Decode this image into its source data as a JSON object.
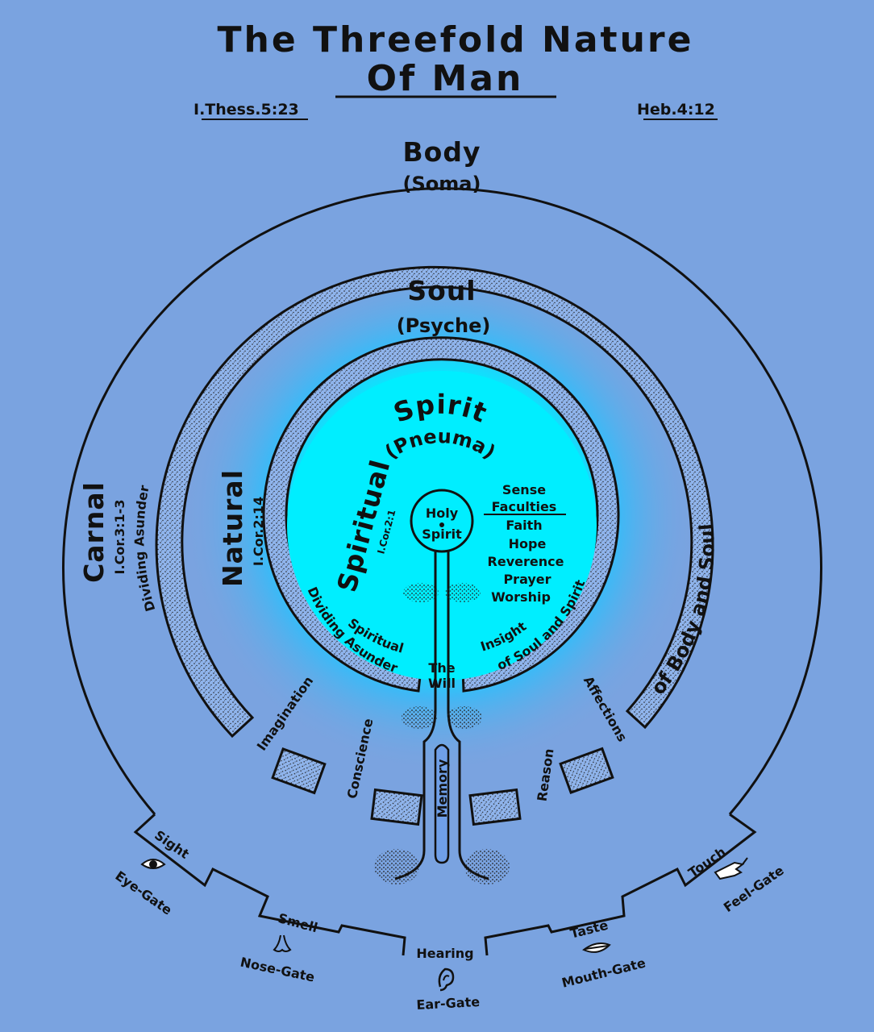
{
  "title": {
    "line1": "The Threefold Nature",
    "line2": "Of Man"
  },
  "references": {
    "left": "I.Thess.5:23",
    "right": "Heb.4:12"
  },
  "body": {
    "label": "Body",
    "sub": "(Soma)"
  },
  "soul": {
    "label": "Soul",
    "sub": "(Psyche)"
  },
  "spirit": {
    "label": "Spirit",
    "sub": "(Pneuma)"
  },
  "holy_spirit": {
    "line1": "Holy",
    "line2": "Spirit"
  },
  "carnal": {
    "label": "Carnal",
    "ref": "I.Cor.3:1-3"
  },
  "natural": {
    "label": "Natural",
    "ref": "I.Cor.2:14"
  },
  "spiritual": {
    "label": "Spiritual",
    "ref": "I.Cor.2:1"
  },
  "spirit_faculties": {
    "heading1": "Sense",
    "heading2": "Faculties",
    "items": [
      "Faith",
      "Hope",
      "Reverence",
      "Prayer",
      "Worship"
    ]
  },
  "spiritual_insight": {
    "left": "Spiritual",
    "right": "Insight"
  },
  "dividing": {
    "outer": "Dividing Asunder",
    "outer_right": "of Body and Soul",
    "inner": "Dividing Asunder",
    "inner_right": "of Soul and Spirit"
  },
  "will": {
    "line1": "The",
    "line2": "Will"
  },
  "soul_faculties": {
    "imagination": "Imagination",
    "conscience": "Conscience",
    "memory": "Memory",
    "reason": "Reason",
    "affections": "Affections"
  },
  "senses": [
    {
      "sense": "Sight",
      "gate": "Eye-Gate",
      "icon": "eye-icon"
    },
    {
      "sense": "Smell",
      "gate": "Nose-Gate",
      "icon": "nose-icon"
    },
    {
      "sense": "Hearing",
      "gate": "Ear-Gate",
      "icon": "ear-icon"
    },
    {
      "sense": "Taste",
      "gate": "Mouth-Gate",
      "icon": "mouth-icon"
    },
    {
      "sense": "Touch",
      "gate": "Feel-Gate",
      "icon": "hand-icon"
    }
  ],
  "colors": {
    "background": "#7aa3e0",
    "spirit_glow": "#00f0ff",
    "ink": "#111111",
    "band": "#6f9fe8"
  }
}
